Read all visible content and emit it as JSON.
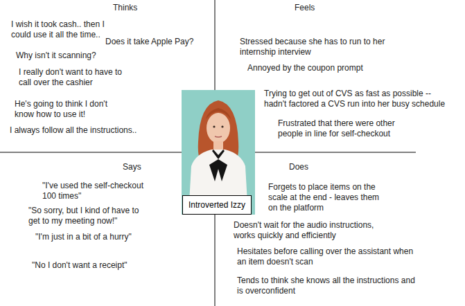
{
  "diagram": {
    "nodes": [
      {
        "text": [
          "Introverted Izzy"
        ]
      }
    ],
    "labels": [
      "Thinks",
      "Feels",
      "I wish it took cash.. then I could use it all the time..",
      "Does it take Apple Pay?",
      "Why isn't it scanning?",
      "I really don't want to have to call over the cashier",
      "He's going to think I don't know how to use it!",
      "I always follow all the instructions..",
      "Stressed because she has to run to her internship interview",
      "Annoyed by the coupon prompt",
      "Trying to get out of CVS as fast as possible -- hadn't factored a CVS run into her busy schedule",
      "Frustrated that there were other people in line for self-checkout",
      "Says",
      "Does",
      "\"I've used the self-checkout 100 times\"",
      "\"So sorry, but I kind of have to get to my meeting now!\"",
      "\"I'm just in a bit of a hurry\"",
      "\"No I don't want a receipt\"",
      "Forgets to place items on the scale at the end - leaves them on the platform",
      "Doesn't wait for the audio instructions, works quickly and efficiently",
      "Hesitates before calling over the assistant when an item doesn't scan",
      "Tends to think she knows all the instructions and is overconfident"
    ]
  }
}
